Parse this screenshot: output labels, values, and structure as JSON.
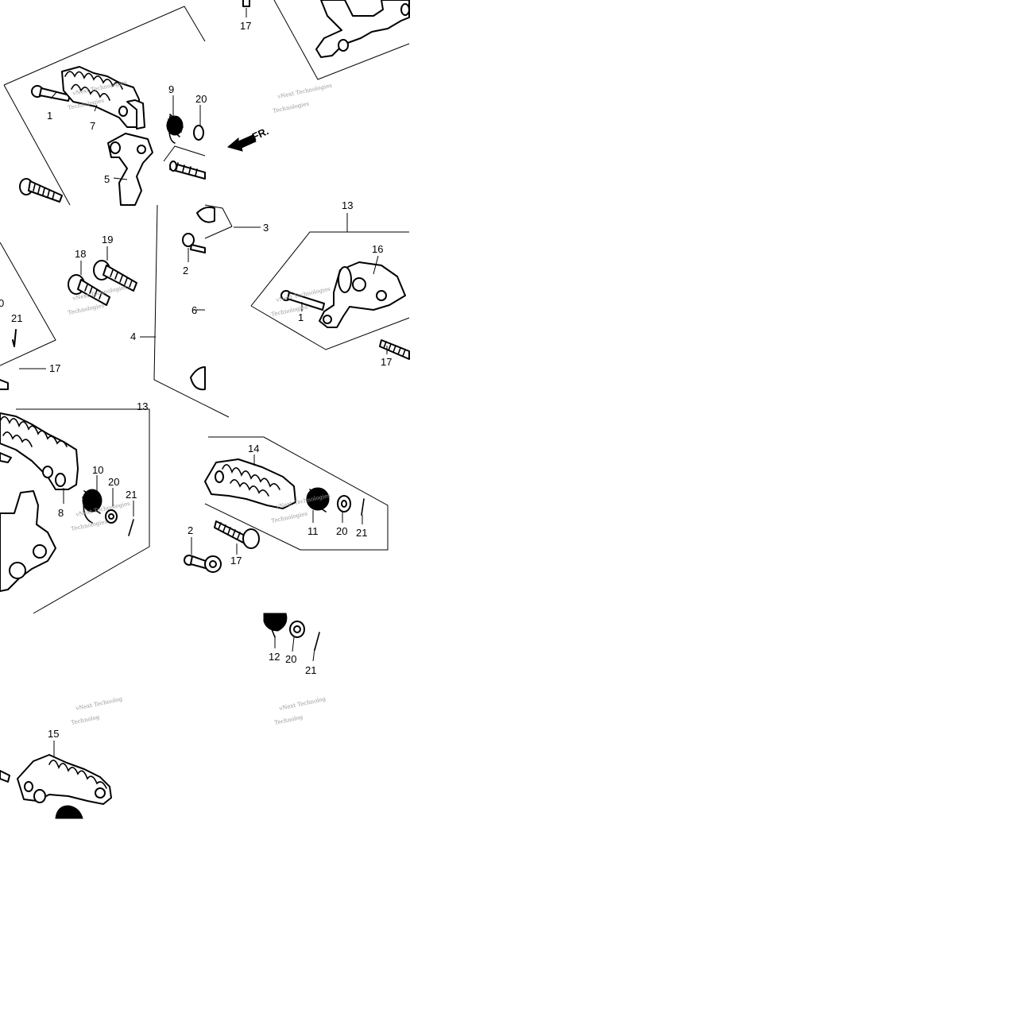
{
  "diagram": {
    "direction_label": "FR.",
    "watermark_lines": [
      "vNext Technologies",
      "Technologies"
    ],
    "watermark_cut_lines": [
      "vNext Technolog",
      "Technolog"
    ],
    "callouts": [
      "1",
      "2",
      "3",
      "4",
      "5",
      "6",
      "7",
      "8",
      "9",
      "10",
      "11",
      "12",
      "13",
      "14",
      "15",
      "16",
      "17",
      "18",
      "19",
      "20",
      "21"
    ],
    "partial_callouts": [
      "0",
      "20",
      "13"
    ]
  }
}
